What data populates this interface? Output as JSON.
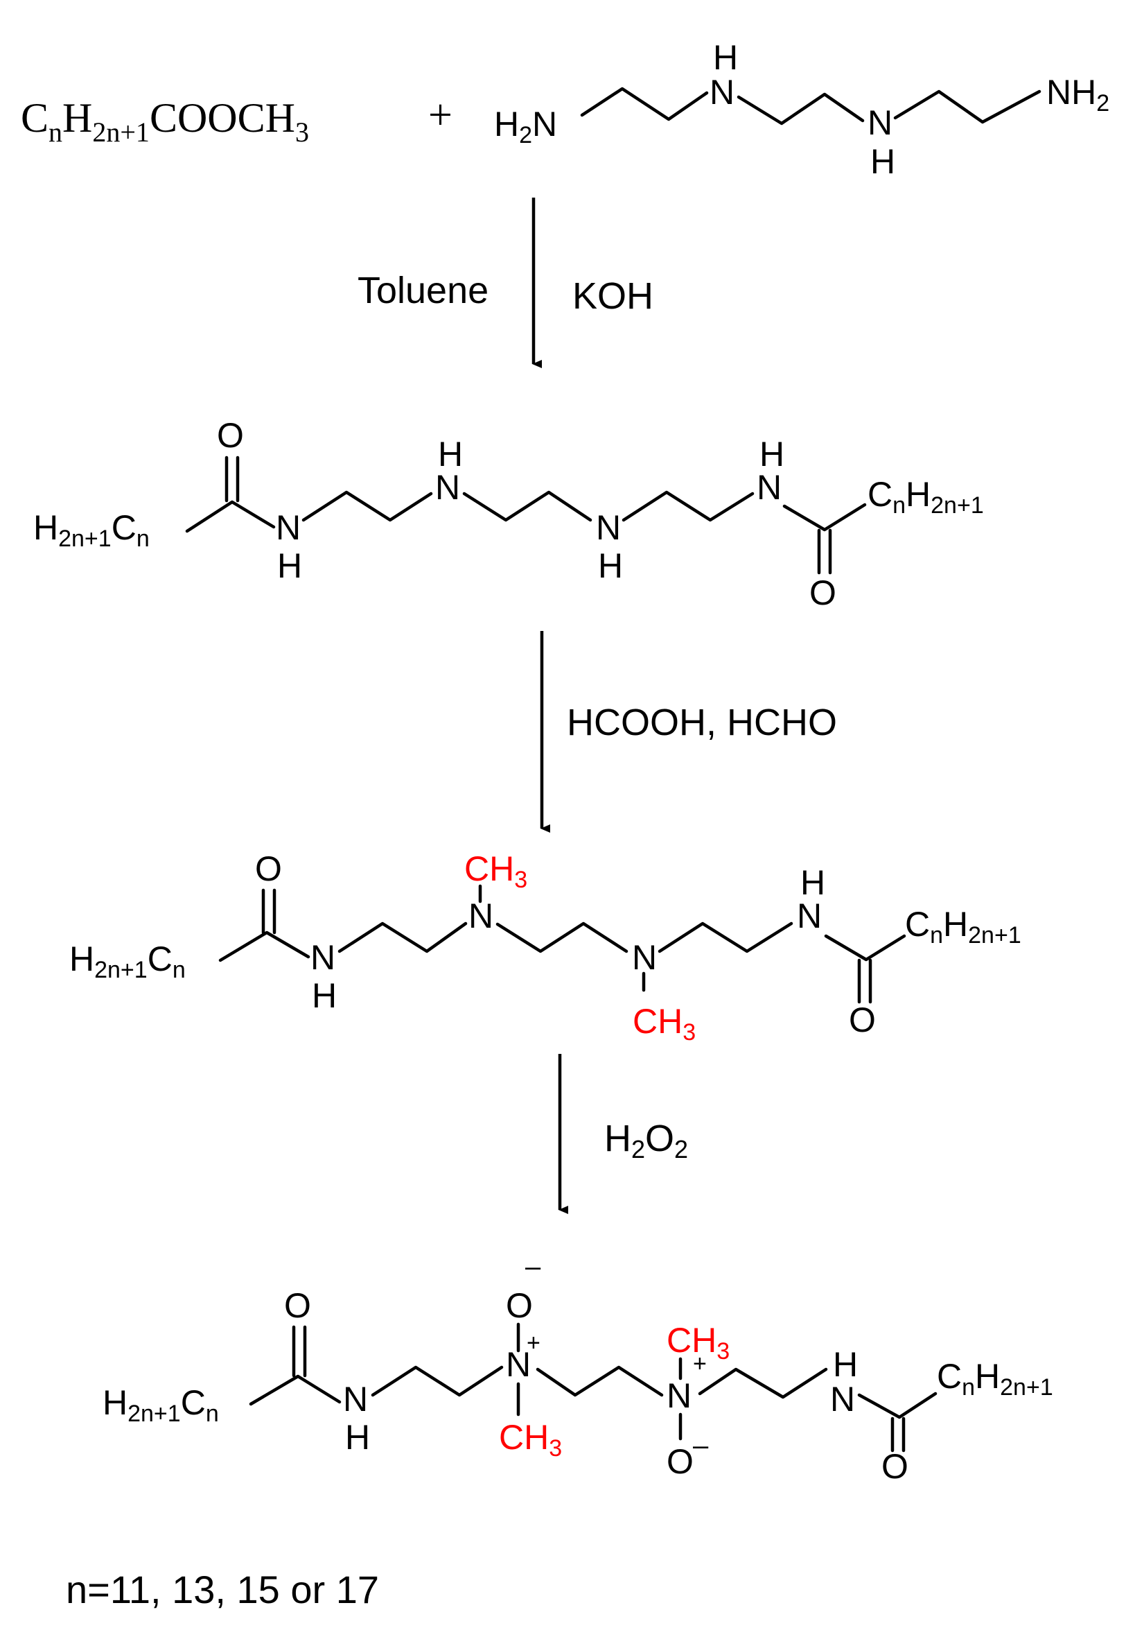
{
  "colors": {
    "ink": "#000000",
    "highlight": "#ff0000"
  },
  "step1": {
    "ester_formula": "CnH2n+1COOCH3",
    "plus_sign": "+",
    "amine_name": "triethylenetetramine"
  },
  "reaction_1": {
    "left_label": "Toluene",
    "right_label": "KOH"
  },
  "reaction_2": {
    "label": "HCOOH, HCHO"
  },
  "reaction_3": {
    "label": "H2O2"
  },
  "footnote": "n=11, 13, 15 or 17"
}
